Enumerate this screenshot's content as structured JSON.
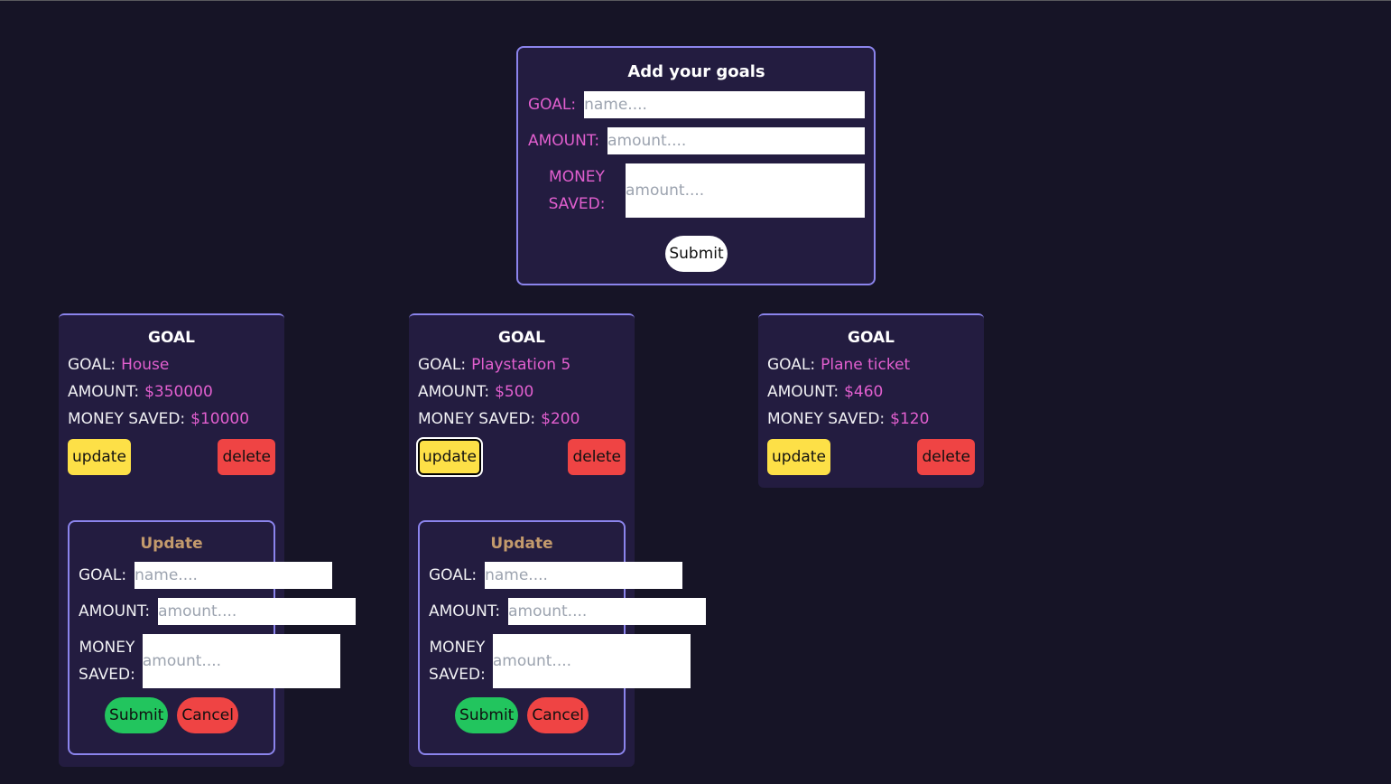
{
  "add_form": {
    "title": "Add your goals",
    "goal_label": "GOAL:",
    "goal_placeholder": "name....",
    "amount_label": "AMOUNT:",
    "amount_placeholder": "amount....",
    "saved_label_line1": "MONEY",
    "saved_label_line2": "SAVED:",
    "saved_placeholder": "amount....",
    "submit_label": "Submit"
  },
  "goals": [
    {
      "heading": "GOAL",
      "goal_label": "GOAL:",
      "goal_value": "House",
      "amount_label": "AMOUNT:",
      "amount_value": "$350000",
      "saved_label": "MONEY SAVED:",
      "saved_value": "$10000",
      "update_label": "update",
      "delete_label": "delete",
      "update_form": {
        "title": "Update",
        "goal_label": "GOAL:",
        "goal_placeholder": "name....",
        "amount_label": "AMOUNT:",
        "amount_placeholder": "amount....",
        "saved_label_line1": "MONEY",
        "saved_label_line2": "SAVED:",
        "saved_placeholder": "amount....",
        "submit_label": "Submit",
        "cancel_label": "Cancel"
      }
    },
    {
      "heading": "GOAL",
      "goal_label": "GOAL:",
      "goal_value": "Playstation 5",
      "amount_label": "AMOUNT:",
      "amount_value": "$500",
      "saved_label": "MONEY SAVED:",
      "saved_value": "$200",
      "update_label": "update",
      "delete_label": "delete",
      "update_form": {
        "title": "Update",
        "goal_label": "GOAL:",
        "goal_placeholder": "name....",
        "amount_label": "AMOUNT:",
        "amount_placeholder": "amount....",
        "saved_label_line1": "MONEY",
        "saved_label_line2": "SAVED:",
        "saved_placeholder": "amount....",
        "submit_label": "Submit",
        "cancel_label": "Cancel"
      }
    },
    {
      "heading": "GOAL",
      "goal_label": "GOAL:",
      "goal_value": "Plane ticket",
      "amount_label": "AMOUNT:",
      "amount_value": "$460",
      "saved_label": "MONEY SAVED:",
      "saved_value": "$120",
      "update_label": "update",
      "delete_label": "delete"
    }
  ],
  "colors": {
    "background": "#161426",
    "card": "#231c40",
    "border": "#8b84ec",
    "accent_pink": "#e25fcf",
    "update_title": "#c39a6c",
    "update_button": "#fde047",
    "delete_button": "#ef4444",
    "submit_green": "#22c55e"
  }
}
